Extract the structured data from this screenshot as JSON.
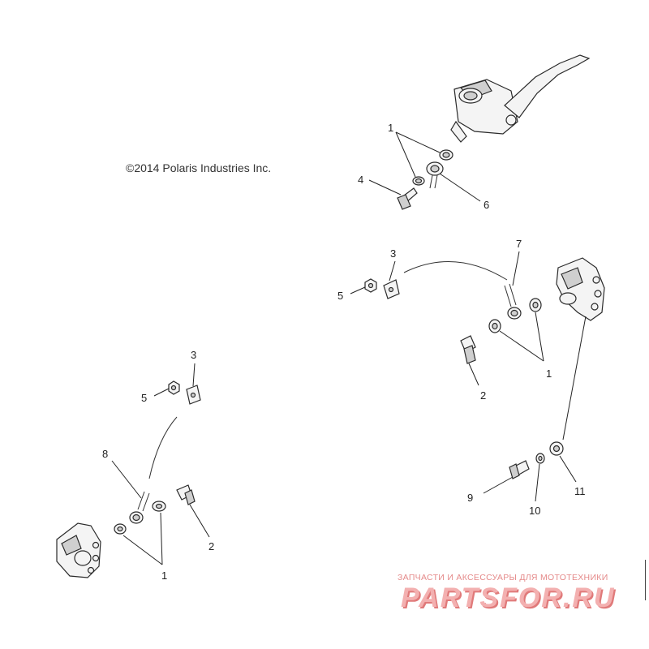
{
  "copyright": "©2014 Polaris Industries Inc.",
  "callouts": {
    "c1_top": "1",
    "c4_top": "4",
    "c6": "6",
    "c3_right": "3",
    "c7": "7",
    "c5_right": "5",
    "c2_right": "2",
    "c1_right": "1",
    "c9": "9",
    "c10": "10",
    "c11": "11",
    "c3_left": "3",
    "c5_left": "5",
    "c8": "8",
    "c2_left": "2",
    "c1_left": "1"
  },
  "watermark": {
    "tagline": "ЗАПЧАСТИ И АКСЕССУАРЫ ДЛЯ МОТОТЕХНИКИ",
    "logo": "PARTSFOR.RU"
  }
}
